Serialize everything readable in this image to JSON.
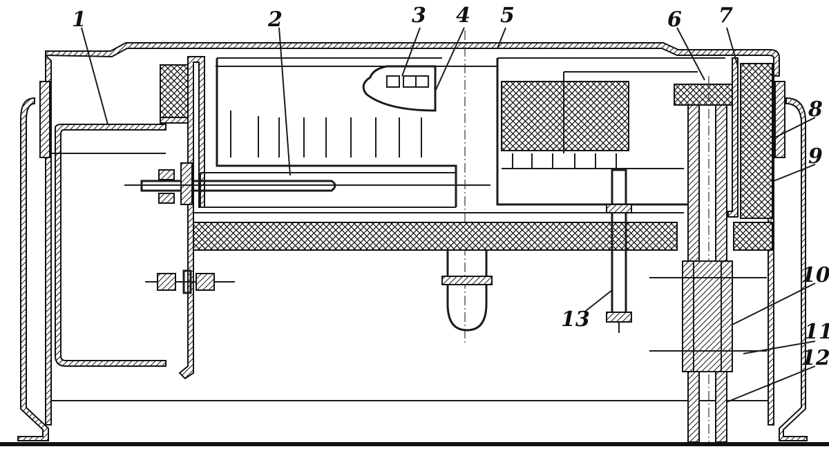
{
  "diagram": {
    "type": "technical cross-section drawing",
    "callouts": [
      {
        "id": "1",
        "label": "1"
      },
      {
        "id": "2",
        "label": "2"
      },
      {
        "id": "3",
        "label": "3"
      },
      {
        "id": "4",
        "label": "4"
      },
      {
        "id": "5",
        "label": "5"
      },
      {
        "id": "6",
        "label": "6"
      },
      {
        "id": "7",
        "label": "7"
      },
      {
        "id": "8",
        "label": "8"
      },
      {
        "id": "9",
        "label": "9"
      },
      {
        "id": "10",
        "label": "10"
      },
      {
        "id": "11",
        "label": "11"
      },
      {
        "id": "12",
        "label": "12"
      },
      {
        "id": "13",
        "label": "13"
      }
    ],
    "colors": {
      "line": "#111111",
      "background": "#ffffff"
    }
  }
}
